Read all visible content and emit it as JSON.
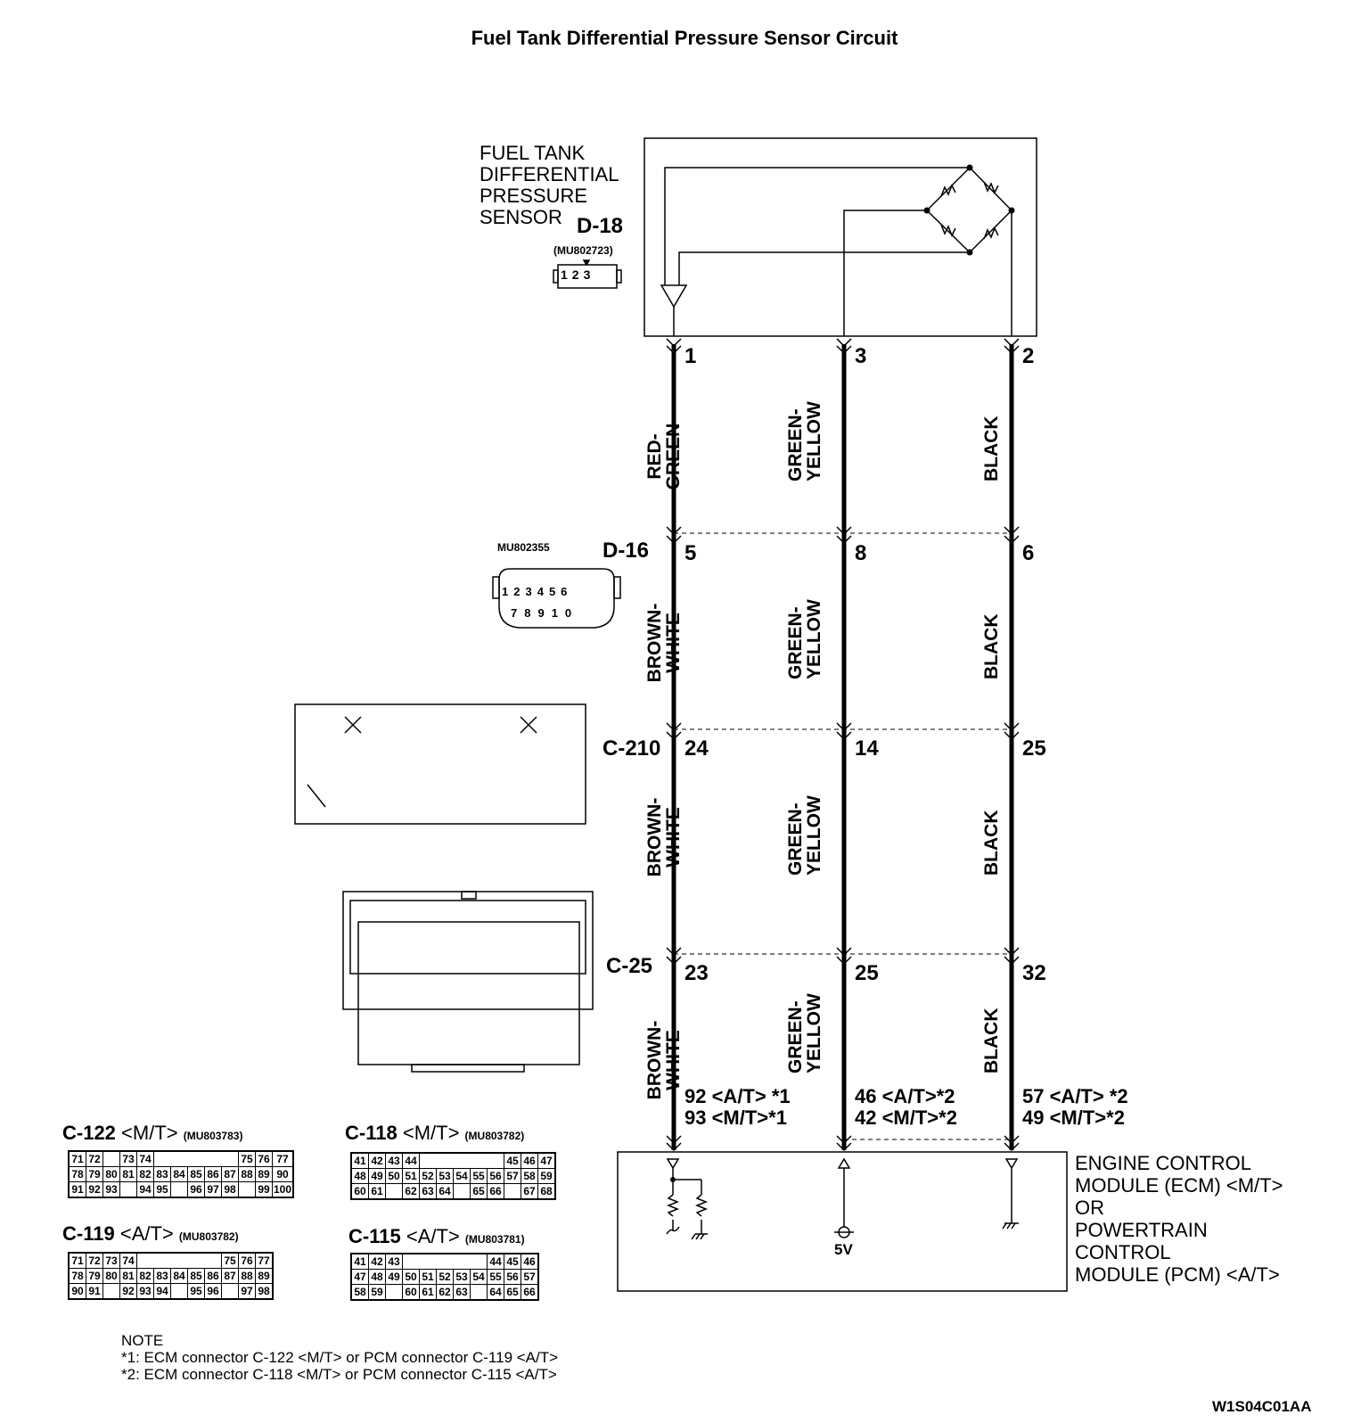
{
  "title": "Fuel Tank Differential Pressure Sensor Circuit",
  "sensor": {
    "name_lines": [
      "FUEL TANK",
      "DIFFERENTIAL",
      "PRESSURE",
      "SENSOR"
    ],
    "connector": "D-18",
    "part": "(MU802723)",
    "pins": [
      "1",
      "2",
      "3"
    ]
  },
  "columns": [
    {
      "sensor_pin": "1",
      "d16": "5",
      "c210": "24",
      "c25": "23",
      "colors": [
        "RED-GREEN",
        "BROWN-WHITE",
        "BROWN-WHITE",
        "BROWN-WHITE"
      ],
      "ecm_pins": [
        "92 <A/T> *1",
        "93 <M/T>*1"
      ]
    },
    {
      "sensor_pin": "3",
      "d16": "8",
      "c210": "14",
      "c25": "25",
      "colors": [
        "GREEN-\nYELLOW",
        "GREEN-\nYELLOW",
        "GREEN-\nYELLOW",
        "GREEN-\nYELLOW"
      ],
      "ecm_pins": [
        "46 <A/T>*2",
        "42 <M/T>*2"
      ]
    },
    {
      "sensor_pin": "2",
      "d16": "6",
      "c210": "25",
      "c25": "32",
      "colors": [
        "BLACK",
        "BLACK",
        "BLACK",
        "BLACK"
      ],
      "ecm_pins": [
        "57 <A/T> *2",
        "49 <M/T>*2"
      ]
    }
  ],
  "d16": {
    "label": "D-16",
    "part": "MU802355",
    "row1": [
      "1",
      "2",
      "3",
      "4",
      "5",
      "6"
    ],
    "row2": [
      "7",
      "8",
      "9",
      "10"
    ]
  },
  "c210": {
    "label": "C-210"
  },
  "c25": {
    "label": "C-25"
  },
  "c122": {
    "label": "C-122",
    "variant": "<M/T>",
    "part": "(MU803783)",
    "rows": [
      [
        "71",
        "72",
        "",
        "73",
        "74",
        "",
        "",
        "",
        "",
        "",
        "75",
        "76",
        "77"
      ],
      [
        "78",
        "79",
        "80",
        "81",
        "82",
        "83",
        "84",
        "85",
        "86",
        "87",
        "88",
        "89",
        "90"
      ],
      [
        "91",
        "92",
        "93",
        "",
        "94",
        "95",
        "",
        "96",
        "97",
        "98",
        "",
        "99",
        "100"
      ]
    ]
  },
  "c118": {
    "label": "C-118",
    "variant": "<M/T>",
    "part": "(MU803782)",
    "rows": [
      [
        "41",
        "42",
        "43",
        "44",
        "",
        "",
        "",
        "",
        "",
        "45",
        "46",
        "47"
      ],
      [
        "48",
        "49",
        "50",
        "51",
        "52",
        "53",
        "54",
        "55",
        "56",
        "57",
        "58",
        "59"
      ],
      [
        "60",
        "61",
        "",
        "62",
        "63",
        "64",
        "",
        "65",
        "66",
        "",
        "67",
        "68"
      ]
    ]
  },
  "c119": {
    "label": "C-119",
    "variant": "<A/T>",
    "part": "(MU803782)",
    "rows": [
      [
        "71",
        "72",
        "73",
        "74",
        "",
        "",
        "",
        "",
        "",
        "75",
        "76",
        "77"
      ],
      [
        "78",
        "79",
        "80",
        "81",
        "82",
        "83",
        "84",
        "85",
        "86",
        "87",
        "88",
        "89"
      ],
      [
        "90",
        "91",
        "",
        "92",
        "93",
        "94",
        "",
        "95",
        "96",
        "",
        "97",
        "98"
      ]
    ]
  },
  "c115": {
    "label": "C-115",
    "variant": "<A/T>",
    "part": "(MU803781)",
    "rows": [
      [
        "41",
        "42",
        "43",
        "",
        "",
        "",
        "",
        "",
        "44",
        "45",
        "46"
      ],
      [
        "47",
        "48",
        "49",
        "50",
        "51",
        "52",
        "53",
        "54",
        "55",
        "56",
        "57"
      ],
      [
        "58",
        "59",
        "",
        "60",
        "61",
        "62",
        "63",
        "",
        "64",
        "65",
        "66"
      ]
    ]
  },
  "ecm": {
    "name_lines": [
      "ENGINE CONTROL",
      "MODULE (ECM) <M/T>",
      "OR",
      "POWERTRAIN",
      "CONTROL",
      "MODULE (PCM) <A/T>"
    ],
    "voltage": "5V"
  },
  "note": {
    "heading": "NOTE",
    "lines": [
      "*1: ECM connector C-122 <M/T> or PCM connector C-119 <A/T>",
      "*2: ECM connector C-118 <M/T> or PCM connector C-115 <A/T>"
    ]
  },
  "code": "W1S04C01AA"
}
